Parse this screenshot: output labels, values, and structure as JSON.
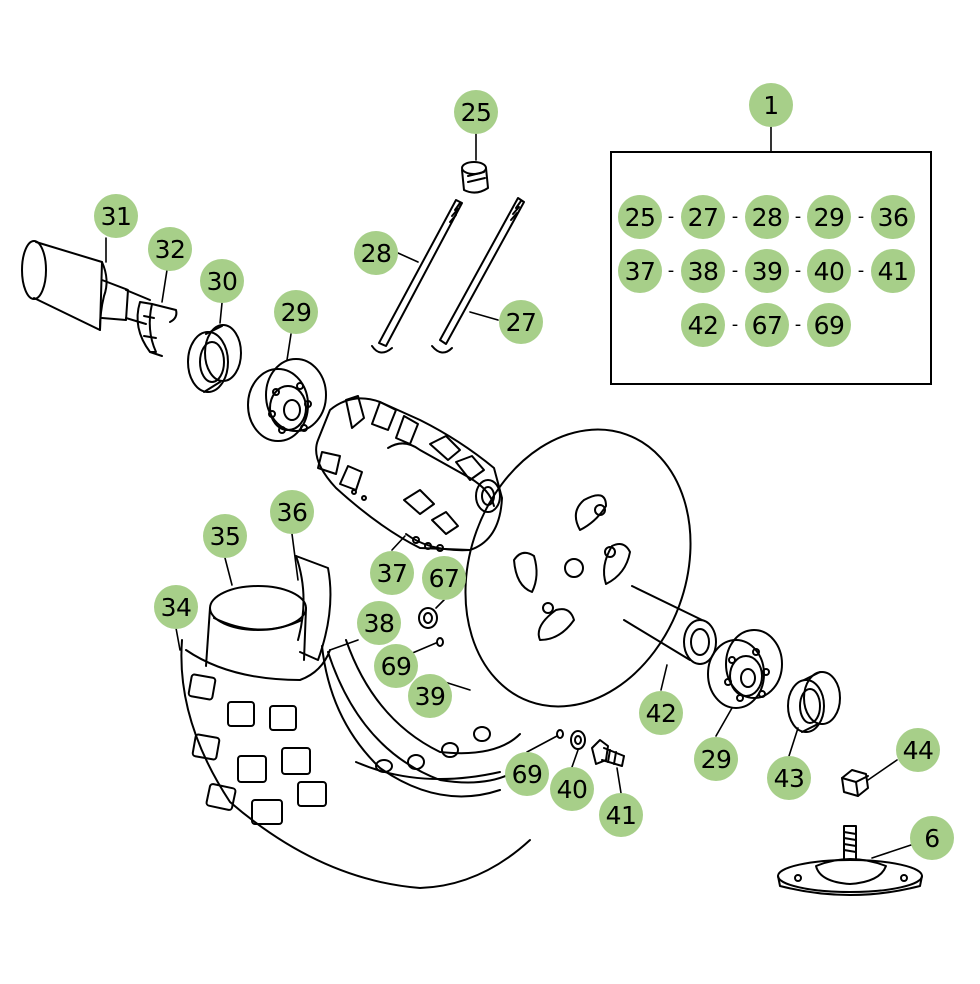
{
  "callouts": {
    "c1": "1",
    "c25": "25",
    "c28": "28",
    "c27": "27",
    "c31": "31",
    "c32": "32",
    "c30": "30",
    "c29a": "29",
    "c35": "35",
    "c36": "36",
    "c34": "34",
    "c37": "37",
    "c67": "67",
    "c38": "38",
    "c69a": "69",
    "c39": "39",
    "c42": "42",
    "c29b": "29",
    "c43": "43",
    "c44": "44",
    "c6": "6",
    "c69b": "69",
    "c40": "40",
    "c41": "41"
  },
  "kit": {
    "row1": [
      "25",
      "27",
      "28",
      "29",
      "36"
    ],
    "row2": [
      "37",
      "38",
      "39",
      "40",
      "41"
    ],
    "row3": [
      "42",
      "67",
      "69"
    ],
    "separator": "-"
  },
  "colors": {
    "badge": "#a7cf89",
    "line": "#000000"
  }
}
